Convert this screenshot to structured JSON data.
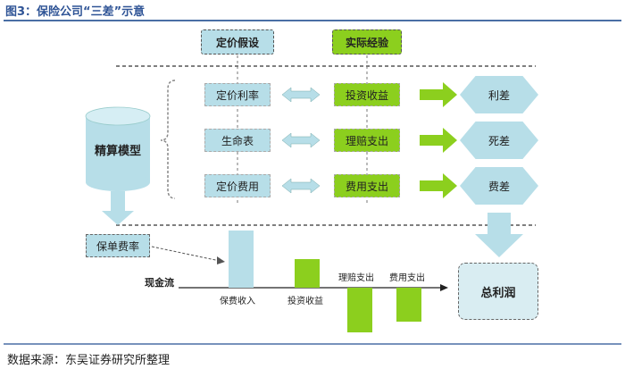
{
  "title": "图3：保险公司“三差”示意",
  "headers": {
    "assumption": "定价假设",
    "actual": "实际经验"
  },
  "model": "精算模型",
  "pricing_items": [
    "定价利率",
    "生命表",
    "定价费用"
  ],
  "actual_items": [
    "投资收益",
    "理赔支出",
    "费用支出"
  ],
  "spreads": [
    "利差",
    "死差",
    "费差"
  ],
  "total_profit": "总利润",
  "premium_rate": "保单费率",
  "cashflow": {
    "axis_label": "现金流",
    "top_labels": [
      "理赔支出",
      "费用支出"
    ],
    "bottom_labels": [
      "保费收入",
      "投资收益"
    ]
  },
  "source": "数据来源：东吴证券研究所整理",
  "colors": {
    "light_blue": "#b7dee8",
    "green": "#8ccf1e",
    "title_blue": "#2f5496"
  }
}
